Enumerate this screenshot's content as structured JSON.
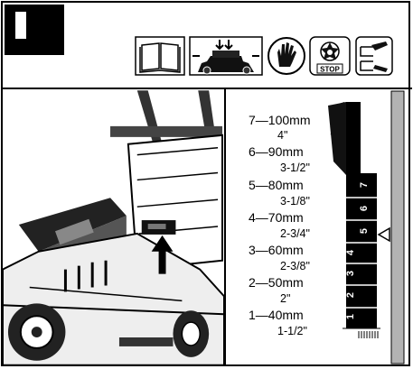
{
  "step": {
    "label": "1"
  },
  "header_icons": [
    "read-manual-icon",
    "mower-check-icon",
    "gloves-icon",
    "blade-stop-icon",
    "switch-off-icon"
  ],
  "stop_text": "STOP",
  "heights": [
    {
      "position": "7",
      "mm": "100mm",
      "inch": "4\""
    },
    {
      "position": "6",
      "mm": "90mm",
      "inch": "3-1/2\""
    },
    {
      "position": "5",
      "mm": "80mm",
      "inch": "3-1/8\""
    },
    {
      "position": "4",
      "mm": "70mm",
      "inch": "2-3/4\""
    },
    {
      "position": "3",
      "mm": "60mm",
      "inch": "2-3/8\""
    },
    {
      "position": "2",
      "mm": "50mm",
      "inch": "2\""
    },
    {
      "position": "1",
      "mm": "40mm",
      "inch": "1-1/2\""
    }
  ],
  "selected_position": "5",
  "dash": "—"
}
